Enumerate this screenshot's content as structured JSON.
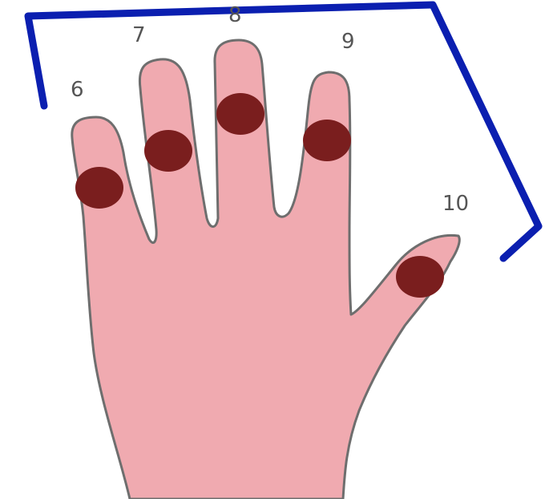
{
  "colors": {
    "background": "#ffffff",
    "skin": "#f0aab0",
    "outline": "#6e6e6e",
    "ring": "#7a1e1e",
    "bracket": "#0b1fb0",
    "label": "#555555"
  },
  "fingers": [
    {
      "id": "6",
      "label": "6"
    },
    {
      "id": "7",
      "label": "7"
    },
    {
      "id": "8",
      "label": "8"
    },
    {
      "id": "9",
      "label": "9"
    },
    {
      "id": "10",
      "label": "10"
    }
  ]
}
